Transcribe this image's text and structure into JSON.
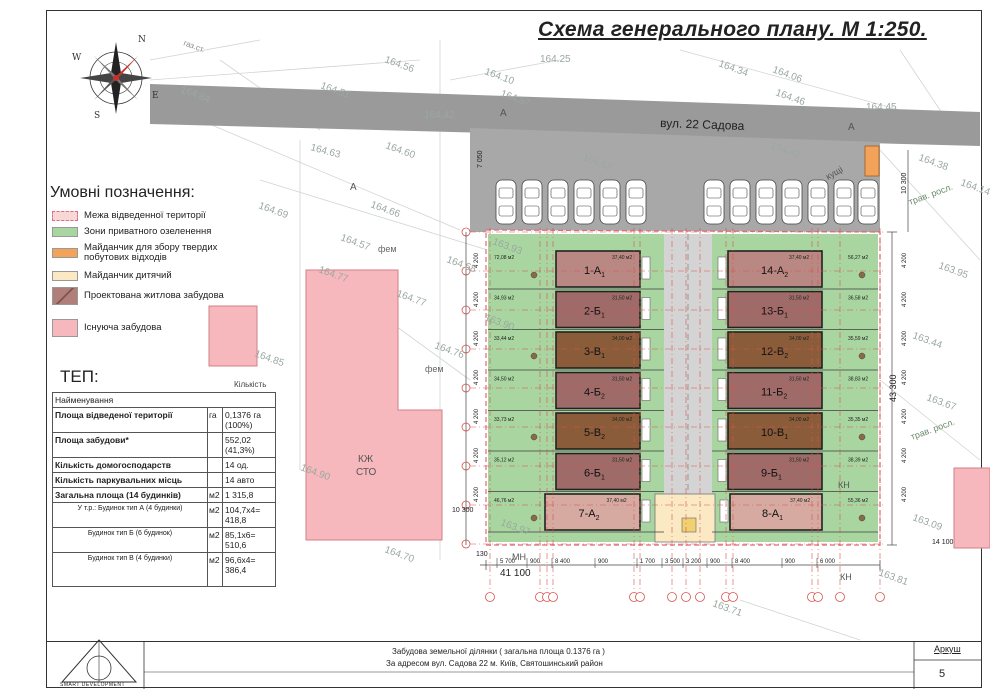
{
  "title": "Схема генерального плану. М 1:250.",
  "legend": {
    "title": "Умовні позначення:",
    "items": [
      {
        "label": "Межа відведенної території",
        "color": "#f8d7d7"
      },
      {
        "label": "Зони приватного озеленення",
        "color": "#a8d5a0"
      },
      {
        "label": "Майданчик для збору твердих побутових відходів",
        "color": "#f3a25a"
      },
      {
        "label": "Майданчик дитячий",
        "color": "#fbe9c4"
      },
      {
        "label": "Проектована житлова забудова",
        "color": "#b07f7a"
      },
      {
        "label": "Існуюча забудова",
        "color": "#f6b8bc"
      }
    ]
  },
  "tep": {
    "title": "ТЕП:",
    "qty_header": "Кількість",
    "name_header": "Найменування",
    "rows": [
      {
        "name": "Площа відведеної території",
        "unit": "га",
        "value": "0,1376 га (100%)"
      },
      {
        "name": "Площа забудови*",
        "unit": "",
        "value": "552,02 (41,3%)"
      },
      {
        "name": "Кількість домогосподарств",
        "unit": "",
        "value": "14 од."
      },
      {
        "name": "Кількість паркувальних місць",
        "unit": "",
        "value": "14 авто"
      },
      {
        "name": "Загальна площа (14 будинків)",
        "unit": "м2",
        "value": "1 315,8"
      }
    ],
    "sub_rows": [
      {
        "name": "У т.р.: Будинок тип А (4 будинки)",
        "unit": "м2",
        "value": "104,7х4= 418,8"
      },
      {
        "name": "Будинок тип Б (6 будинок)",
        "unit": "м2",
        "value": "85,1х6= 510,6"
      },
      {
        "name": "Будинок тип В (4 будинки)",
        "unit": "м2",
        "value": "96,6х4= 386,4"
      }
    ]
  },
  "street": "вул. 22 Садова",
  "existing_building": {
    "line1": "КЖ",
    "line2": "СТО"
  },
  "houses_left": [
    {
      "label": "1-А",
      "sub": "1",
      "area": "37,40 м2",
      "garden": "72,08 м2",
      "color": "#b98882"
    },
    {
      "label": "2-Б",
      "sub": "1",
      "area": "31,50 м2",
      "garden": "34,93 м2",
      "color": "#9e6b68"
    },
    {
      "label": "3-В",
      "sub": "1",
      "area": "34,00 м2",
      "garden": "33,44 м2",
      "color": "#8a5c3a"
    },
    {
      "label": "4-Б",
      "sub": "2",
      "area": "31,50 м2",
      "garden": "34,50 м2",
      "color": "#9e6b68"
    },
    {
      "label": "5-В",
      "sub": "2",
      "area": "34,00 м2",
      "garden": "33,73 м2",
      "color": "#8a5c3a"
    },
    {
      "label": "6-Б",
      "sub": "1",
      "area": "31,50 м2",
      "garden": "35,12 м2",
      "color": "#9e6b68"
    },
    {
      "label": "7-А",
      "sub": "2",
      "area": "37,40 м2",
      "garden": "46,76 м2",
      "color": "#d6aaa0"
    }
  ],
  "houses_right": [
    {
      "label": "14-А",
      "sub": "2",
      "area": "37,40 м2",
      "garden": "56,27 м2",
      "color": "#b98882"
    },
    {
      "label": "13-Б",
      "sub": "1",
      "area": "31,50 м2",
      "garden": "36,58 м2",
      "color": "#9e6b68"
    },
    {
      "label": "12-В",
      "sub": "2",
      "area": "34,00 м2",
      "garden": "35,59 м2",
      "color": "#8a5c3a"
    },
    {
      "label": "11-Б",
      "sub": "2",
      "area": "31,50 м2",
      "garden": "38,83 м2",
      "color": "#9e6b68"
    },
    {
      "label": "10-В",
      "sub": "1",
      "area": "34,00 м2",
      "garden": "35,35 м2",
      "color": "#8a5c3a"
    },
    {
      "label": "9-Б",
      "sub": "1",
      "area": "31,50 м2",
      "garden": "38,39 м2",
      "color": "#9e6b68"
    },
    {
      "label": "8-А",
      "sub": "1",
      "area": "37,40 м2",
      "garden": "55,36 м2",
      "color": "#d6aaa0"
    }
  ],
  "dimensions": {
    "total_width": "41 100",
    "total_height": "43 300",
    "left_height": "10 300",
    "right_height": "10 300",
    "top_offset": "7 050",
    "bottom_offset": "14 100",
    "row_step": "4 200",
    "bottom_segments": [
      "5 700",
      "900",
      "8 400",
      "900",
      "1 700",
      "3 500",
      "3 200",
      "900",
      "8 400",
      "900",
      "6 000"
    ],
    "corner": "130"
  },
  "elevations": [
    "164.56",
    "164.51",
    "164.84",
    "164.42",
    "164.63",
    "164.60",
    "164.69",
    "164.66",
    "164.57",
    "164.77",
    "164.68",
    "164.77",
    "164.85",
    "164.76",
    "164.90",
    "164.70",
    "164.25",
    "164.10",
    "164.57",
    "164.34",
    "164.06",
    "164.46",
    "164.45",
    "164.38",
    "164.14",
    "163.95",
    "164.62",
    "164.42",
    "163.93",
    "163.90",
    "163.81",
    "163.71",
    "163.97",
    "163.67",
    "163.44",
    "163.09"
  ],
  "stamp": {
    "desc_line1": "Забудова земельної ділянки ( загальна площа 0.1376 га )",
    "desc_line2": "За адресом вул. Садова 22  м. Київ, Святошинський район",
    "archive": "Аркуш",
    "sheet": "5",
    "company": "SMART DEVELOPMENT"
  },
  "compass": {
    "n": "N",
    "e": "E",
    "s": "S",
    "w": "W"
  },
  "misc_labels": {
    "a": "А",
    "kn": "КН",
    "mn": "МН",
    "trav": "трав. росл.",
    "kushchi": "кущі",
    "fem": "фем",
    "gas": "газ.ст."
  }
}
